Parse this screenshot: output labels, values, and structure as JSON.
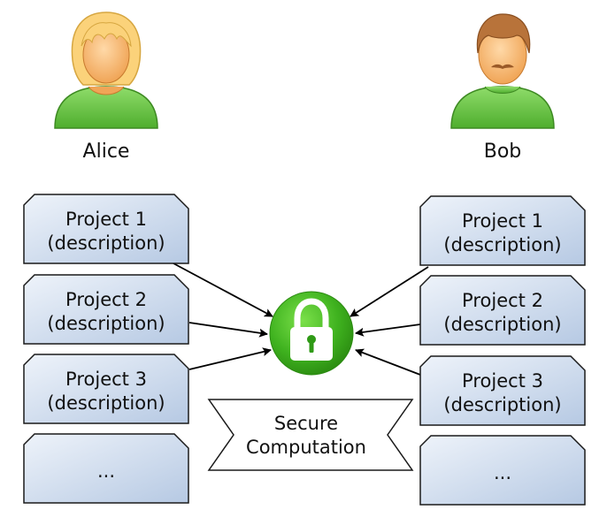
{
  "people": {
    "alice": {
      "name": "Alice",
      "icon": "female-user-icon"
    },
    "bob": {
      "name": "Bob",
      "icon": "male-user-icon"
    }
  },
  "alice_projects": [
    {
      "line1": "Project 1",
      "line2": "(description)"
    },
    {
      "line1": "Project 2",
      "line2": "(description)"
    },
    {
      "line1": "Project 3",
      "line2": "(description)"
    },
    {
      "line1": "...",
      "line2": ""
    }
  ],
  "bob_projects": [
    {
      "line1": "Project 1",
      "line2": "(description)"
    },
    {
      "line1": "Project 2",
      "line2": "(description)"
    },
    {
      "line1": "Project 3",
      "line2": "(description)"
    },
    {
      "line1": "...",
      "line2": ""
    }
  ],
  "center": {
    "line1": "Secure",
    "line2": "Computation",
    "icon": "padlock-icon"
  },
  "colors": {
    "box_fill_top": "#eef3fa",
    "box_fill_bottom": "#b9cbe4",
    "box_stroke": "#1a1a1a",
    "lock_green": "#3fb21f",
    "lock_green_dark": "#2a8a10",
    "shirt_green": "#6cc64a",
    "skin": "#f6b26b",
    "alice_hair": "#fbd27a",
    "bob_hair": "#b8733a"
  }
}
